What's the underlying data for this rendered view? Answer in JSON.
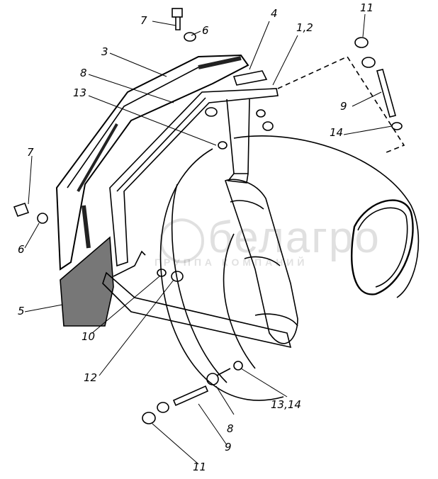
{
  "diagram": {
    "labels": {
      "bolt_top": "7",
      "washer_top": "6",
      "plate": "4",
      "bracket": "1,2",
      "nut_top_right": "11",
      "mudguard": "3",
      "support": "8",
      "lock_washer_top": "13",
      "stud_right": "9",
      "washer_right": "14",
      "bolt_left": "7",
      "washer_left": "6",
      "reflector": "5",
      "washer_mid": "10",
      "nut_mid": "12",
      "washers_bottom": "13,14",
      "bolt_bottom": "8",
      "stud_bottom": "9",
      "nut_bottom": "11"
    },
    "watermark": {
      "brand": "белагро",
      "subtitle": "ГРУППА КОМПАНИЙ"
    }
  }
}
